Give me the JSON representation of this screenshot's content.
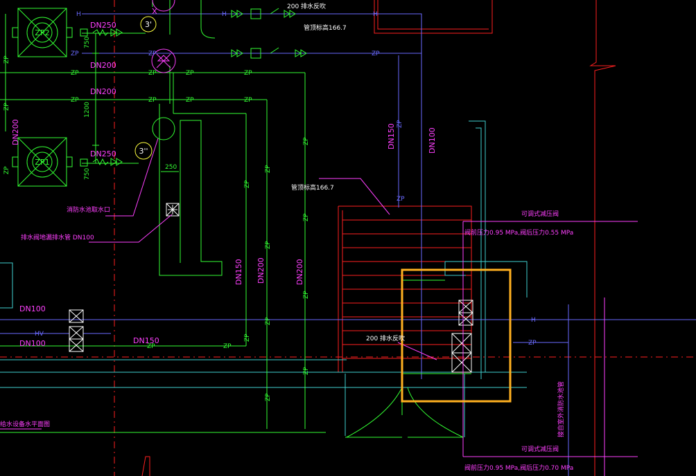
{
  "drawing": {
    "colors": {
      "background": "#000000",
      "pipe_green": "#33ff33",
      "pipe_blue": "#6a6aff",
      "pipe_cyan": "#40d0d0",
      "wall_red": "#ff2020",
      "label_magenta": "#ff40ff",
      "label_white": "#ffffff",
      "label_yellow": "#ffff40",
      "highlight_orange": "#ffb020"
    },
    "pumps": [
      {
        "label": "ZP2"
      },
      {
        "label": "ZP1"
      }
    ],
    "pump_tags": [
      "3'",
      "3''"
    ],
    "pipe_tags": {
      "zp": "ZP",
      "h": "H",
      "hv": "HV"
    },
    "dims": [
      "750",
      "1200",
      "750",
      "250"
    ],
    "diameters": {
      "dn250_a": "DN250",
      "dn200_a": "DN200",
      "dn200_b": "DN200",
      "dn250_b": "DN250",
      "dn200_side": "DN200",
      "dn150_riser": "DN150",
      "dn100_riser": "DN100",
      "dn150_v": "DN150",
      "dn200_v1": "DN200",
      "dn200_v2": "DN200",
      "dn100_a": "DN100",
      "dn100_b": "DN100",
      "dn150_h": "DN150"
    },
    "notes": {
      "valve_top": "200 排水反吹",
      "elev_top": "管顶标高166.7",
      "elev_mid": "管顶标高166.7",
      "hydrant": "消防水池取水口",
      "drain": "排水阀地漏排水管 DN100",
      "prv_top": "可调式减压阀",
      "pressure_top": "阀前压力0.95 MPa,阀后压力0.55 MPa",
      "valve_mid": "200 排水反吹",
      "left_bottom": "给水设备水平面图",
      "right_vertical": "接自室外消防水池管",
      "prv_bottom": "可调式减压阀",
      "pressure_bottom": "阀前压力0.95 MPa,阀后压力0.70 MPa"
    }
  }
}
